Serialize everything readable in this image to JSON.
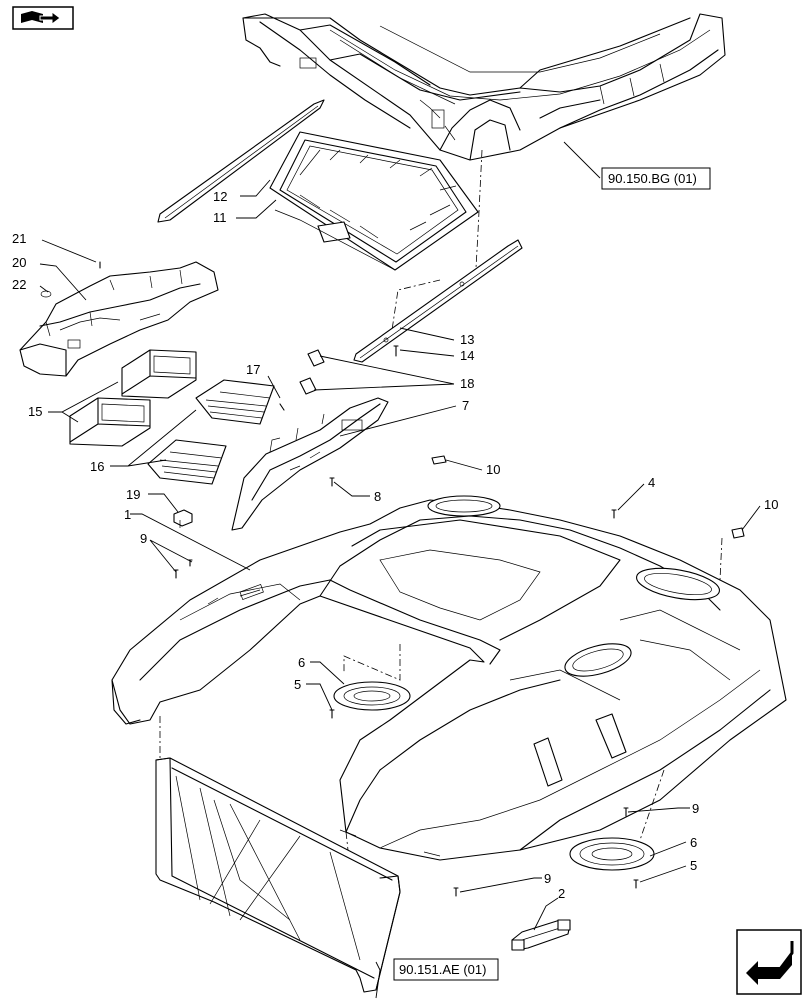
{
  "header_icon": "book-arrow-icon",
  "footer_icon": "arrow-return-icon",
  "references": [
    {
      "id": "ref-bg",
      "text": "90.150.BG (01)"
    },
    {
      "id": "ref-ae",
      "text": "90.151.AE (01)"
    }
  ],
  "callouts": {
    "c1": "1",
    "c2": "2",
    "c4": "4",
    "c5a": "5",
    "c5b": "5",
    "c6a": "6",
    "c6b": "6",
    "c7": "7",
    "c8": "8",
    "c9a": "9",
    "c9b": "9",
    "c9c": "9",
    "c10a": "10",
    "c10b": "10",
    "c11": "11",
    "c12": "12",
    "c13": "13",
    "c14": "14",
    "c15": "15",
    "c16": "16",
    "c17": "17",
    "c18": "18",
    "c19": "19",
    "c20": "20",
    "c21": "21",
    "c22": "22"
  }
}
